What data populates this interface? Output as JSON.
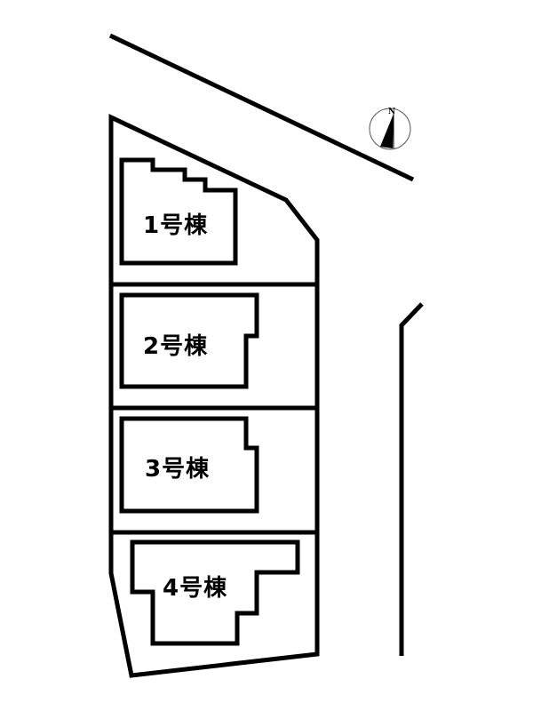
{
  "plan": {
    "lots": [
      {
        "id": 1,
        "label": "1号棟"
      },
      {
        "id": 2,
        "label": "2号棟"
      },
      {
        "id": 3,
        "label": "3号棟"
      },
      {
        "id": 4,
        "label": "4号棟"
      }
    ],
    "compass": {
      "north_label": "N",
      "icon": "north-arrow-icon"
    },
    "colors": {
      "stroke": "#000000",
      "background": "#ffffff"
    }
  }
}
